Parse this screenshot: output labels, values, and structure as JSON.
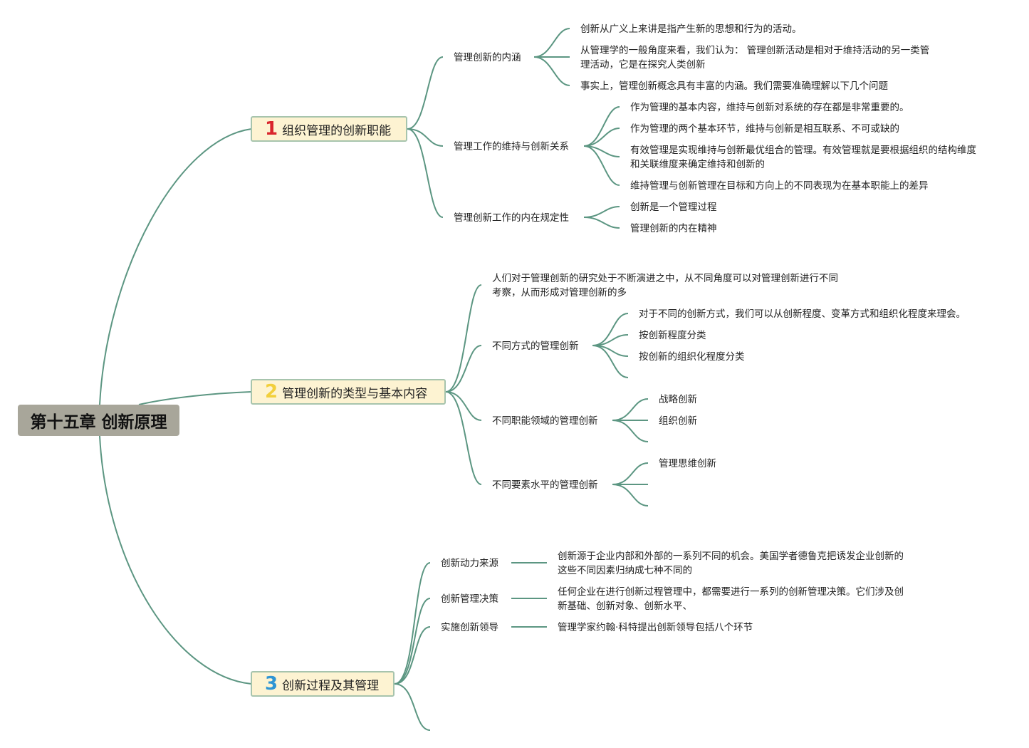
{
  "root": {
    "title": "第十五章 创新原理"
  },
  "colors": {
    "link": "#5c9682",
    "root_bg": "#a8a69a",
    "main_bg": "#fdf3d2",
    "main_border": "#a7c4ad",
    "num1": "#d9262d",
    "num2": "#f2cf3b",
    "num3": "#2f95d4"
  },
  "sections": [
    {
      "number": "1",
      "title": "组织管理的创新职能",
      "topics": [
        {
          "label": "管理创新的内涵",
          "items": [
            "创新从广义上来讲是指产生新的思想和行为的活动。",
            "从管理学的一般角度来看，我们认为： 管理创新活动是相对于维持活动的另一类管理活动，它是在探究人类创新",
            "事实上，管理创新概念具有丰富的内涵。我们需要准确理解以下几个问题"
          ]
        },
        {
          "label": "管理工作的维持与创新关系",
          "items": [
            "作为管理的基本内容，维持与创新对系统的存在都是非常重要的。",
            "作为管理的两个基本环节，维持与创新是相互联系、不可或缺的",
            "有效管理是实现维持与创新最优组合的管理。有效管理就是要根据组织的结构维度和关联维度来确定维持和创新的",
            "维持管理与创新管理在目标和方向上的不同表现为在基本职能上的差异"
          ]
        },
        {
          "label": "管理创新工作的内在规定性",
          "items": [
            "创新是一个管理过程",
            "管理创新的内在精神"
          ]
        }
      ]
    },
    {
      "number": "2",
      "title": "管理创新的类型与基本内容",
      "topics": [
        {
          "label": "人们对于管理创新的研究处于不断演进之中，从不同角度可以对管理创新进行不同考察，从而形成对管理创新的多",
          "items": []
        },
        {
          "label": "不同方式的管理创新",
          "items": [
            "对于不同的创新方式，我们可以从创新程度、变革方式和组织化程度来理会。",
            "按创新程度分类",
            "按创新的组织化程度分类"
          ]
        },
        {
          "label": "不同职能领域的管理创新",
          "items": [
            "战略创新",
            "组织创新"
          ]
        },
        {
          "label": "不同要素水平的管理创新",
          "items": [
            "管理思维创新"
          ]
        }
      ]
    },
    {
      "number": "3",
      "title": "创新过程及其管理",
      "topics": [
        {
          "label": "创新动力来源",
          "items": [
            "创新源于企业内部和外部的一系列不同的机会。美国学者德鲁克把诱发企业创新的这些不同因素归纳成七种不同的"
          ]
        },
        {
          "label": "创新管理决策",
          "items": [
            "任何企业在进行创新过程管理中，都需要进行一系列的创新管理决策。它们涉及创新基础、创新对象、创新水平、"
          ]
        },
        {
          "label": "实施创新领导",
          "items": [
            "管理学家约翰·科特提出创新领导包括八个环节"
          ]
        }
      ]
    }
  ]
}
